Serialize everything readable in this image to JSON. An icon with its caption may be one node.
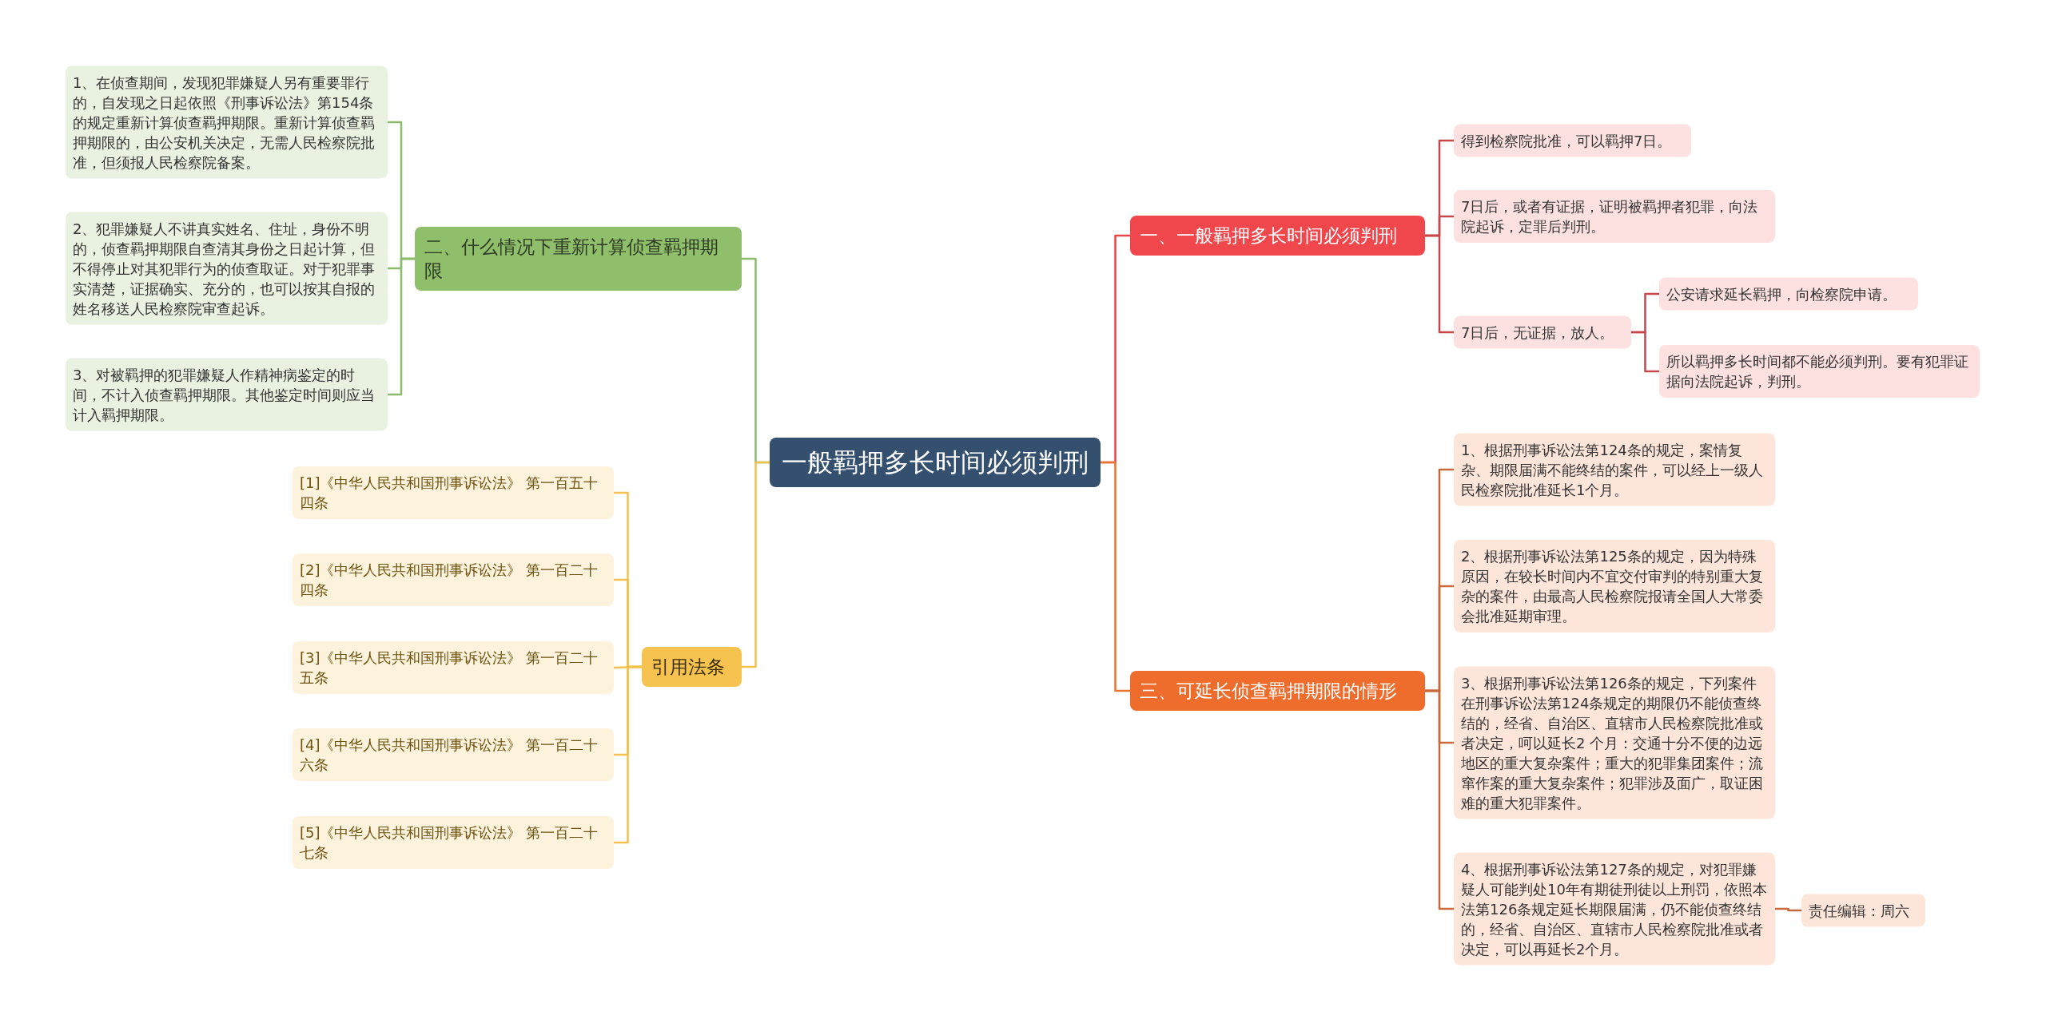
{
  "diagram": {
    "nodes": [
      {
        "text": [
          "一般羁押多长时间必须判刑"
        ]
      },
      {
        "text": [
          "一、一般羁押多长时间必须判刑"
        ]
      },
      {
        "text": [
          "得到检察院批准，可以羁押7日。"
        ]
      },
      {
        "text": [
          "7日后，或者有证据，证明被羁押者犯罪，向法院起诉，定罪后判刑。"
        ]
      },
      {
        "text": [
          "7日后，无证据，放人。"
        ]
      },
      {
        "text": [
          "公安请求延长羁押，向检察院申请。"
        ]
      },
      {
        "text": [
          "所以羁押多长时间都不能必须判刑。要有犯罪证据向法院起诉，判刑。"
        ]
      },
      {
        "text": [
          "三、可延长侦查羁押期限的情形"
        ]
      },
      {
        "text": [
          "1、根据刑事诉讼法第124条的规定，案情复杂、期限届满不能终结的案件，可以经上一级人民检察院批准延长1个月。"
        ]
      },
      {
        "text": [
          "2、根据刑事诉讼法第125条的规定，因为特殊原因，在较长时间内不宜交付审判的特别重大复杂的案件，由最高人民检察院报请全国人大常委会批准延期审理。"
        ]
      },
      {
        "text": [
          "3、根据刑事诉讼法第126条的规定，下列案件在刑事诉讼法第124条规定的期限仍不能侦查终结的，经省、自治区、直辖市人民检察院批准或者决定，呵以延长2 个月：交通十分不便的边远地区的重大复杂案件；重大的犯罪集团案件；流窜作案的重大复杂案件；犯罪涉及面广，取证困难的重大犯罪案件。"
        ]
      },
      {
        "text": [
          "4、根据刑事诉讼法第127条的规定，对犯罪嫌疑人可能判处10年有期徒刑徒以上刑罚，依照本法第126条规定延长期限届满，仍不能侦查终结的，经省、自治区、直辖市人民检察院批准或者决定，可以再延长2个月。"
        ]
      },
      {
        "text": [
          "责任编辑：周六"
        ]
      },
      {
        "text": [
          "二、什么情况下重新计算侦查羁押期限"
        ]
      },
      {
        "text": [
          "1、在侦查期间，发现犯罪嫌疑人另有重要罪行的，自发现之日起依照《刑事诉讼法》第154条的规定重新计算侦查羁押期限。重新计算侦查羁押期限的，由公安机关决定，无需人民检察院批准，但须报人民检察院备案。"
        ]
      },
      {
        "text": [
          "2、犯罪嫌疑人不讲真实姓名、住址，身份不明的，侦查羁押期限自查清其身份之日起计算，但不得停止对其犯罪行为的侦查取证。对于犯罪事实清楚，证据确实、充分的，也可以按其自报的姓名移送人民检察院审查起诉。"
        ]
      },
      {
        "text": [
          "3、对被羁押的犯罪嫌疑人作精神病鉴定的时间，不计入侦查羁押期限。其他鉴定时间则应当计入羁押期限。"
        ]
      },
      {
        "text": [
          "引用法条"
        ]
      },
      {
        "text": [
          "[1]《中华人民共和国刑事诉讼法》 第一百五十四条"
        ]
      },
      {
        "text": [
          "[2]《中华人民共和国刑事诉讼法》 第一百二十四条"
        ]
      },
      {
        "text": [
          "[3]《中华人民共和国刑事诉讼法》 第一百二十五条"
        ]
      },
      {
        "text": [
          "[4]《中华人民共和国刑事诉讼法》 第一百二十六条"
        ]
      },
      {
        "text": [
          "[5]《中华人民共和国刑事诉讼法》 第一百二十七条"
        ]
      }
    ],
    "edges": [
      {
        "from": 0,
        "to": 1,
        "arrow": "none",
        "color": "#e8474a"
      },
      {
        "from": 1,
        "to": 2,
        "arrow": "none",
        "color": "#c8484a"
      },
      {
        "from": 1,
        "to": 3,
        "arrow": "none",
        "color": "#c8484a"
      },
      {
        "from": 1,
        "to": 4,
        "arrow": "none",
        "color": "#c8484a"
      },
      {
        "from": 4,
        "to": 5,
        "arrow": "none",
        "color": "#c8484a"
      },
      {
        "from": 4,
        "to": 6,
        "arrow": "none",
        "color": "#c8484a"
      },
      {
        "from": 0,
        "to": 7,
        "arrow": "none",
        "color": "#e8742e"
      },
      {
        "from": 7,
        "to": 8,
        "arrow": "none",
        "color": "#c8693a"
      },
      {
        "from": 7,
        "to": 9,
        "arrow": "none",
        "color": "#c8693a"
      },
      {
        "from": 7,
        "to": 10,
        "arrow": "none",
        "color": "#c8693a"
      },
      {
        "from": 7,
        "to": 11,
        "arrow": "none",
        "color": "#c8693a"
      },
      {
        "from": 11,
        "to": 12,
        "arrow": "none",
        "color": "#c8693a"
      },
      {
        "from": 0,
        "to": 13,
        "arrow": "none",
        "color": "#8dbb6c"
      },
      {
        "from": 13,
        "to": 14,
        "arrow": "none",
        "color": "#8dbb6c"
      },
      {
        "from": 13,
        "to": 15,
        "arrow": "none",
        "color": "#8dbb6c"
      },
      {
        "from": 13,
        "to": 16,
        "arrow": "none",
        "color": "#8dbb6c"
      },
      {
        "from": 0,
        "to": 17,
        "arrow": "none",
        "color": "#f3c14b"
      },
      {
        "from": 17,
        "to": 18,
        "arrow": "none",
        "color": "#f3c14b"
      },
      {
        "from": 17,
        "to": 19,
        "arrow": "none",
        "color": "#f3c14b"
      },
      {
        "from": 17,
        "to": 20,
        "arrow": "none",
        "color": "#f3c14b"
      },
      {
        "from": 17,
        "to": 21,
        "arrow": "none",
        "color": "#f3c14b"
      },
      {
        "from": 17,
        "to": 22,
        "arrow": "none",
        "color": "#f3c14b"
      }
    ]
  }
}
